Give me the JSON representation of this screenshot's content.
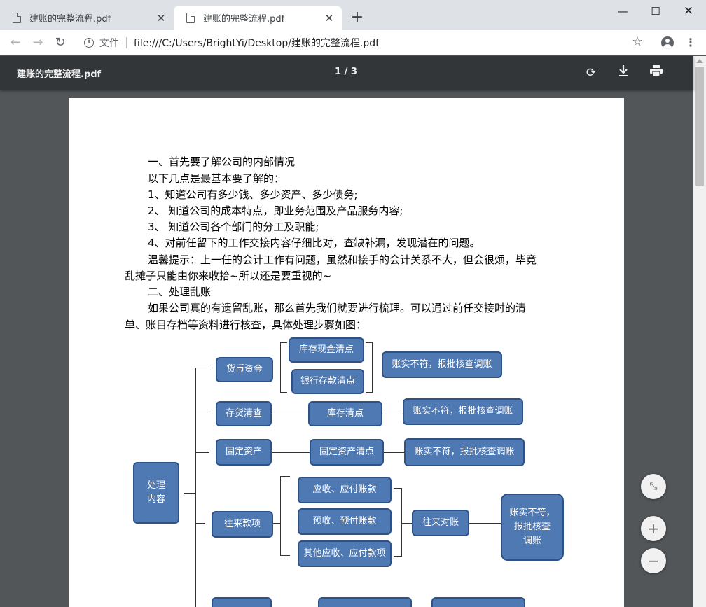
{
  "tabs": [
    {
      "title": "建账的完整流程.pdf",
      "close": "✕"
    },
    {
      "title": "建账的完整流程.pdf",
      "close": "✕"
    }
  ],
  "window": {
    "new_tab": "+",
    "minimize": "—",
    "maximize": "☐",
    "close": "✕"
  },
  "toolbar": {
    "back": "←",
    "forward": "→",
    "reload": "↻",
    "scheme_label": "文件",
    "url": "file:///C:/Users/BrightYi/Desktop/建账的完整流程.pdf",
    "star": "☆",
    "menu": "⋮"
  },
  "pdf": {
    "title": "建账的完整流程.pdf",
    "page_indicator": "1 / 3",
    "rotate": "⟳",
    "download": "⤓",
    "print": "🖶",
    "fit": "⤡",
    "zoom_in": "+",
    "zoom_out": "−"
  },
  "document": {
    "lines": [
      "一、首先要了解公司的内部情况",
      "以下几点是最基本要了解的：",
      "1、知道公司有多少钱、多少资产、多少债务;",
      "2、 知道公司的成本特点，即业务范围及产品服务内容;",
      "3、 知道公司各个部门的分工及职能;",
      "4、对前任留下的工作交接内容仔细比对，查缺补漏，发现潜在的问题。",
      "温馨提示：上一任的会计工作有问题，虽然和接手的会计关系不大，但会很烦，毕竟",
      "乱摊子只能由你来收拾~所以还是要重视的~",
      "二、处理乱账",
      "如果公司真的有遗留乱账，那么首先我们就要进行梳理。可以通过前任交接时的清",
      "单、账目存档等资料进行核查，具体处理步骤如图："
    ]
  },
  "flowchart": {
    "root": "处理\n内容",
    "cash": "货币资金",
    "cash_count": "库存现金清点",
    "bank_count": "银行存款清点",
    "cash_result": "账实不符，报批核查调账",
    "inventory": "存货清查",
    "inventory_count": "库存清点",
    "inventory_result": "账实不符，报批核查调账",
    "fixed": "固定资产",
    "fixed_count": "固定资产清点",
    "fixed_result": "账实不符，报批核查调账",
    "current": "往来款项",
    "ap_ar": "应收、应付账款",
    "advance": "预收、预付账款",
    "other": "其他应收、应付款项",
    "reconcile": "往来对账",
    "current_result": "账实不符，\n报批核查\n调账"
  }
}
